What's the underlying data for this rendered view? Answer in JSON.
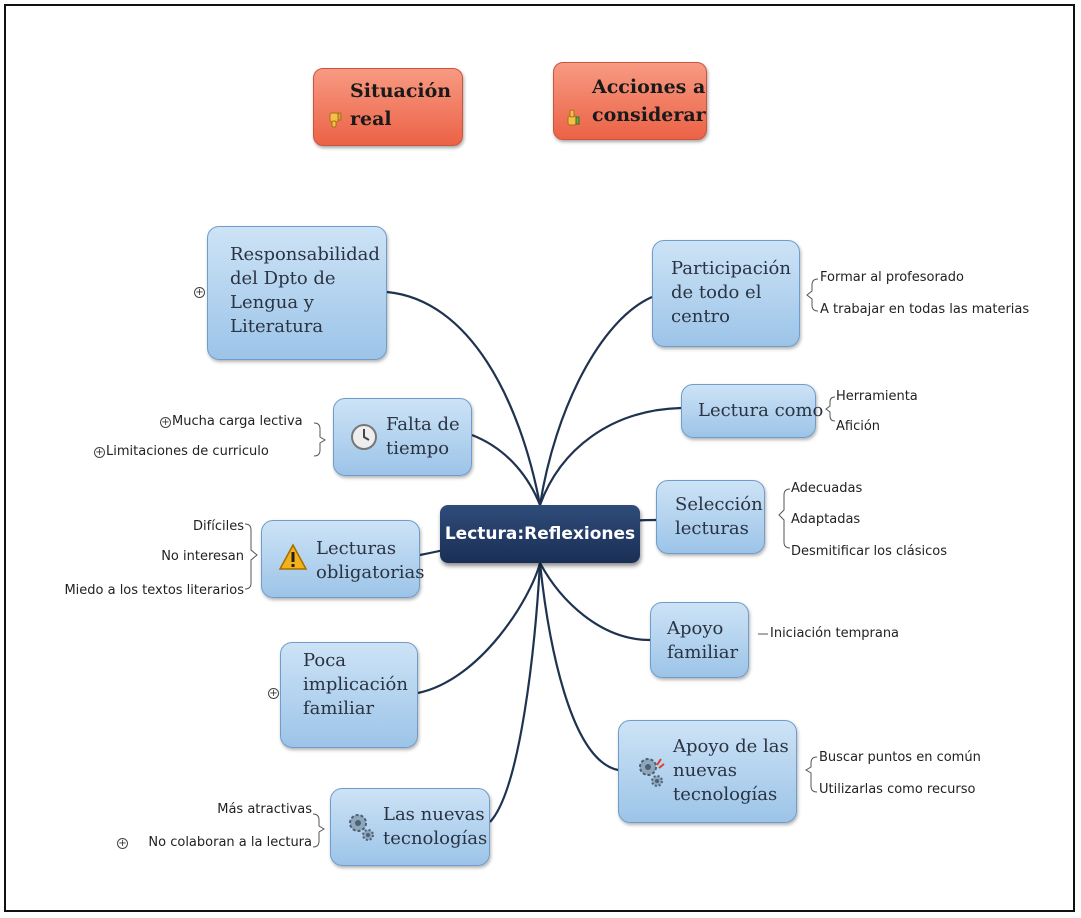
{
  "legend": {
    "situacion": {
      "line1": "Situación",
      "line2": "real",
      "icon": "thumbs-down-icon"
    },
    "acciones": {
      "line1": "Acciones a",
      "line2": "considerar",
      "icon": "thumbs-up-icon"
    }
  },
  "central": {
    "label": "Lectura:Reflexiones"
  },
  "left": {
    "responsabilidad": {
      "lines": [
        "Responsabilidad",
        "del Dpto de",
        "Lengua y",
        "Literatura"
      ]
    },
    "falta": {
      "lines": [
        "Falta de",
        "tiempo"
      ],
      "icon": "clock-icon",
      "leaves": [
        "Mucha carga lectiva",
        "Limitaciones de curriculo"
      ]
    },
    "lecturas_obl": {
      "lines": [
        "Lecturas",
        "obligatorias"
      ],
      "icon": "warning-icon",
      "leaves": [
        "Difíciles",
        "No interesan",
        "Miedo a los textos literarios"
      ]
    },
    "poca": {
      "lines": [
        "Poca",
        "implicación",
        "familiar"
      ]
    },
    "nuevas": {
      "lines": [
        "Las nuevas",
        "tecnologías"
      ],
      "icon": "gears-icon",
      "leaves": [
        "Más atractivas",
        "No colaboran a la lectura"
      ]
    }
  },
  "right": {
    "participacion": {
      "lines": [
        "Participación",
        "de todo el",
        "centro"
      ],
      "leaves": [
        "Formar al profesorado",
        "A trabajar en todas las materias"
      ]
    },
    "lectura_como": {
      "lines": [
        "Lectura como"
      ],
      "leaves": [
        "Herramienta",
        "Afición"
      ]
    },
    "seleccion": {
      "lines": [
        "Selección",
        "lecturas"
      ],
      "leaves": [
        "Adecuadas",
        "Adaptadas",
        "Desmitificar los clásicos"
      ]
    },
    "apoyo_fam": {
      "lines": [
        "Apoyo",
        "familiar"
      ],
      "leaves": [
        "Iniciación temprana"
      ]
    },
    "apoyo_tec": {
      "lines": [
        "Apoyo de las",
        "nuevas",
        "tecnologías"
      ],
      "icon": "gears-icon",
      "leaves": [
        "Buscar puntos en común",
        "Utilizarlas como recurso"
      ]
    }
  },
  "colors": {
    "link": "#1f3350",
    "node_fill": "#a9cdee",
    "legend_fill": "#f07a5f",
    "central_fill": "#22375f"
  }
}
